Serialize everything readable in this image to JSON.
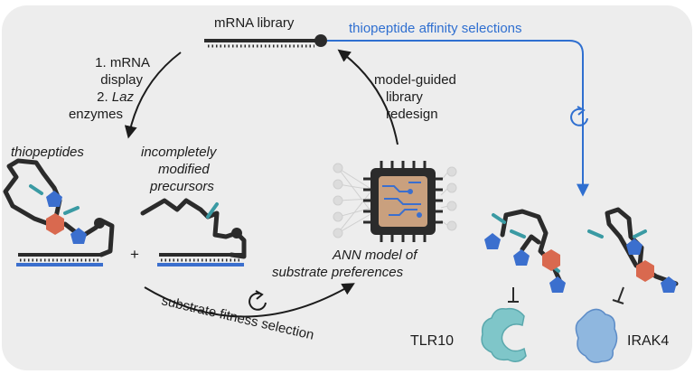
{
  "top": {
    "library_label": "mRNA library",
    "affinity_label": "thiopeptide affinity selections"
  },
  "left_arrow": {
    "line1": "1. mRNA",
    "line2": "display",
    "line3_prefix": "2. ",
    "line3_italic": "Laz",
    "line4": "enzymes"
  },
  "right_arrow": {
    "line1": "model-guided",
    "line2": "library",
    "line3": "redesign"
  },
  "products": {
    "thiopeptides": "thiopeptides",
    "precursors_line1": "incompletely",
    "precursors_line2": "modified",
    "precursors_line3": "precursors",
    "plus": "+"
  },
  "model": {
    "line1": "ANN model of",
    "line2": "substrate preferences"
  },
  "bottom_arrow": {
    "label": "substrate fitness selection"
  },
  "targets": {
    "left": "TLR10",
    "right": "IRAK4"
  },
  "colors": {
    "panel": "#ededed",
    "backbone": "#2b2b2b",
    "blue_pentagon": "#3b6fce",
    "orange_hexagon": "#d9694f",
    "teal": "#3a9aa3",
    "arrow_blue": "#2f6fd0",
    "protein": "#7fc6c9",
    "chip": "#c9a07e"
  }
}
